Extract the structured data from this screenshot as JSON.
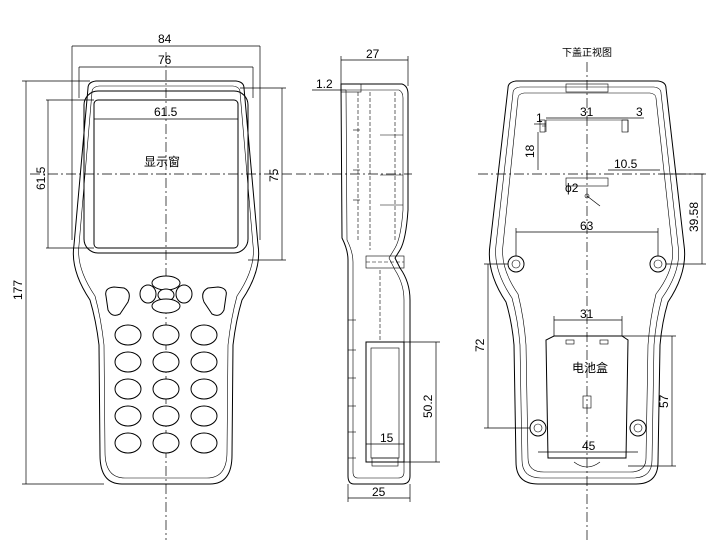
{
  "front_view": {
    "dims": {
      "overall_width": "84",
      "inner_width": "76",
      "screen_width": "61.5",
      "screen_height": "61.5",
      "overall_height": "177",
      "upper_height": "75"
    },
    "labels": {
      "display_window": "显示窗"
    }
  },
  "side_view": {
    "dims": {
      "top_depth": "27",
      "wall": "1.2",
      "battery_height": "50.2",
      "battery_depth": "15",
      "bottom_depth": "25"
    }
  },
  "back_view": {
    "title": "下盖正视图",
    "dims": {
      "slot_width": "31",
      "slot_side": "3",
      "tab_width": "1",
      "slot_height": "18",
      "offset": "10.5",
      "hole": "ϕ2",
      "boss_top_spacing": "63",
      "boss_top_height": "39.58",
      "boss_vertical": "72",
      "battery_width": "31",
      "boss_bottom_spacing": "45",
      "battery_height": "57"
    },
    "labels": {
      "battery_box": "电池盒"
    }
  }
}
